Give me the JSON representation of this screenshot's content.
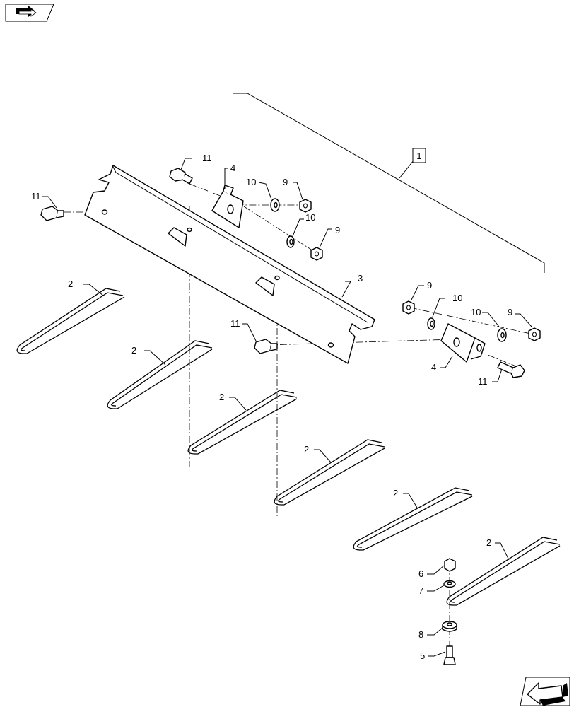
{
  "diagram": {
    "assembly_label": "1",
    "labels": {
      "tine": "2",
      "rail": "3",
      "bracket": "4",
      "bolt_small": "5",
      "nut_small": "6",
      "washer_small": "7",
      "spacer": "8",
      "nut": "9",
      "washer": "10",
      "bolt": "11"
    }
  },
  "icons": {
    "top_left": "assembly-view-icon",
    "bottom_right": "previous-page-arrow-icon"
  }
}
